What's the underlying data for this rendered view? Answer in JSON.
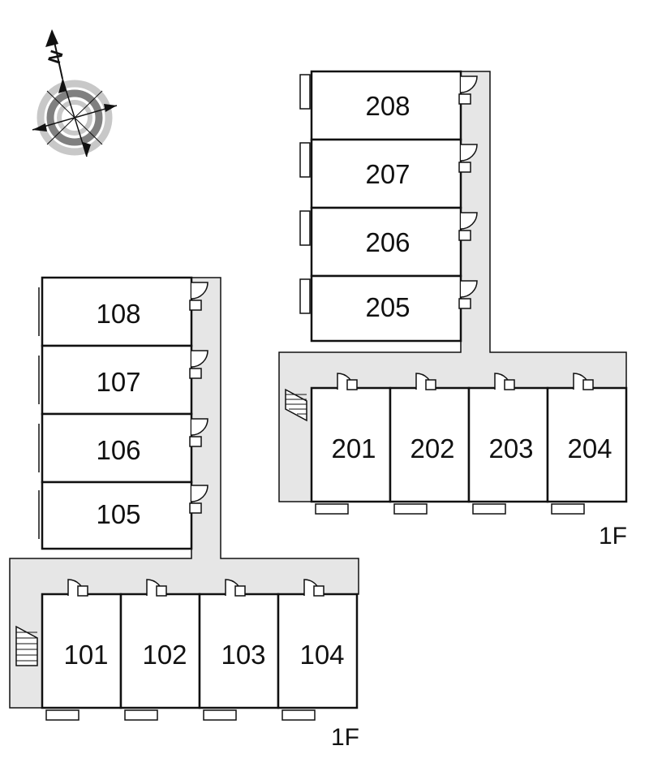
{
  "colors": {
    "corridor_fill": "#e6e6e6",
    "wall_stroke": "#111111",
    "unit_fill": "#ffffff",
    "compass_ring_dark": "#808080",
    "compass_ring_light": "#c8c8c8"
  },
  "compass": {
    "north_label": "N"
  },
  "buildings": {
    "lower": {
      "floor_label": "1F",
      "wing_units": [
        "108",
        "107",
        "106",
        "105"
      ],
      "row_units": [
        "101",
        "102",
        "103",
        "104"
      ]
    },
    "upper": {
      "floor_label": "1F",
      "wing_units": [
        "208",
        "207",
        "206",
        "205"
      ],
      "row_units": [
        "201",
        "202",
        "203",
        "204"
      ]
    }
  }
}
